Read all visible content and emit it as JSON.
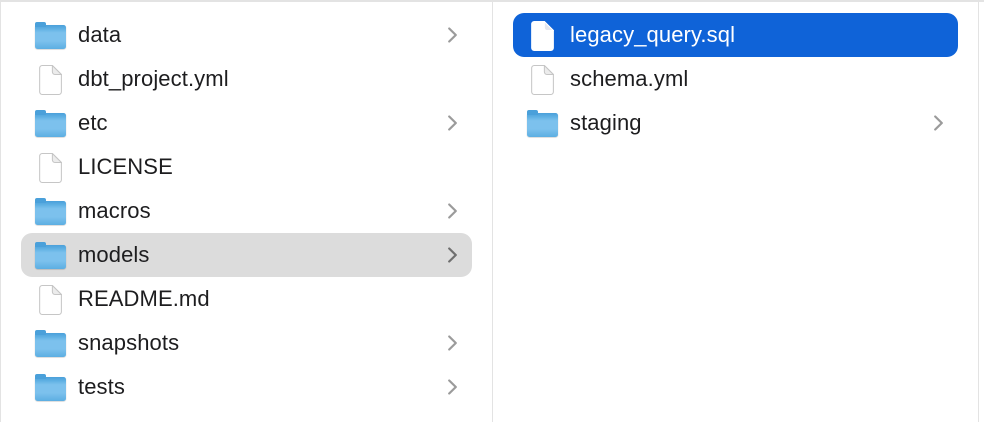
{
  "colors": {
    "selection_active": "#0f63d8",
    "selection_inactive": "#dcdcdc",
    "text": "#1d1d1f",
    "text_selected": "#ffffff",
    "divider": "#e3e3e3",
    "chevron": "#9b9b9b",
    "chevron_on_gray": "#6f6f6f",
    "folder_light": "#7cc1ed",
    "folder_mid": "#5caee2",
    "folder_dark": "#4aa0da",
    "file_outline": "#c6c6c6",
    "file_fold": "#ececec"
  },
  "icons": {
    "folder": "folder-icon",
    "file": "document-icon",
    "disclosure": "chevron-right-icon"
  },
  "columns": [
    {
      "name": "column-1",
      "items": [
        {
          "label": "data",
          "type": "folder",
          "chevron": true,
          "selected": false
        },
        {
          "label": "dbt_project.yml",
          "type": "file",
          "chevron": false,
          "selected": false
        },
        {
          "label": "etc",
          "type": "folder",
          "chevron": true,
          "selected": false
        },
        {
          "label": "LICENSE",
          "type": "file",
          "chevron": false,
          "selected": false
        },
        {
          "label": "macros",
          "type": "folder",
          "chevron": true,
          "selected": false
        },
        {
          "label": "models",
          "type": "folder",
          "chevron": true,
          "selected": true,
          "selection_style": "inactive"
        },
        {
          "label": "README.md",
          "type": "file",
          "chevron": false,
          "selected": false
        },
        {
          "label": "snapshots",
          "type": "folder",
          "chevron": true,
          "selected": false
        },
        {
          "label": "tests",
          "type": "folder",
          "chevron": true,
          "selected": false
        }
      ]
    },
    {
      "name": "column-2",
      "items": [
        {
          "label": "legacy_query.sql",
          "type": "file",
          "chevron": false,
          "selected": true,
          "selection_style": "active"
        },
        {
          "label": "schema.yml",
          "type": "file",
          "chevron": false,
          "selected": false
        },
        {
          "label": "staging",
          "type": "folder",
          "chevron": true,
          "selected": false
        }
      ]
    }
  ]
}
